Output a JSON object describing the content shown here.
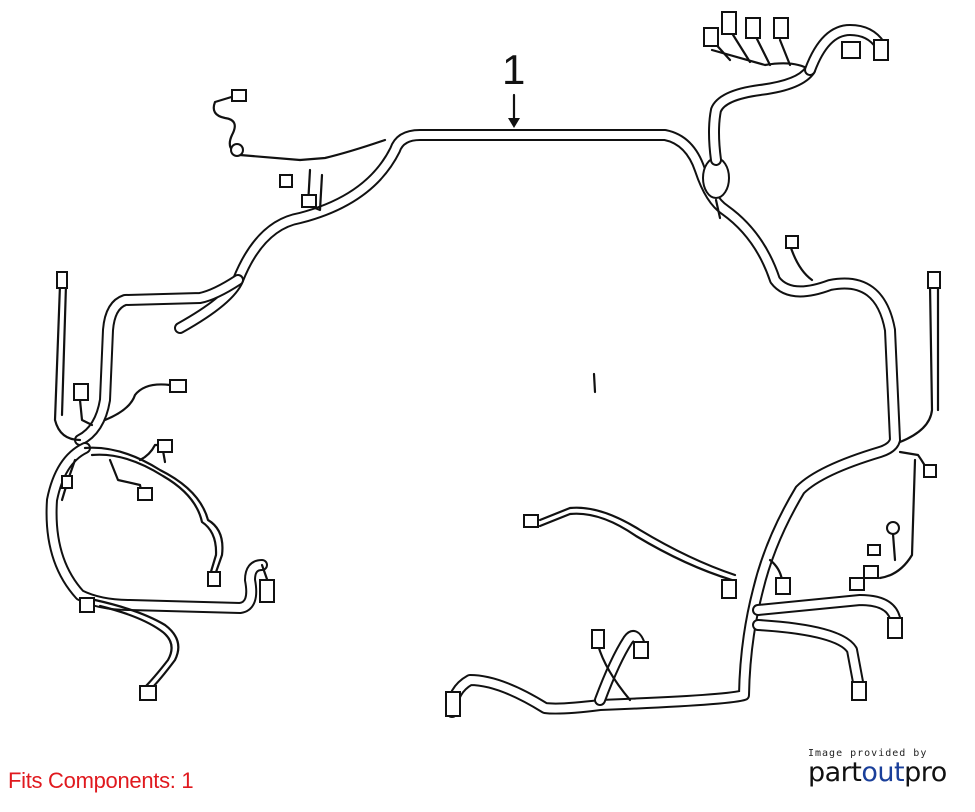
{
  "diagram": {
    "callouts": [
      {
        "id": "1",
        "label": "1"
      }
    ]
  },
  "footer": {
    "fits_text": "Fits Components: 1",
    "credit_caption": "Image provided by",
    "brand_pre": "part",
    "brand_accent": "out",
    "brand_post": "pro"
  },
  "colors": {
    "fits_text": "#e0191e",
    "brand_accent": "#1a3f9a",
    "line": "#111111"
  }
}
